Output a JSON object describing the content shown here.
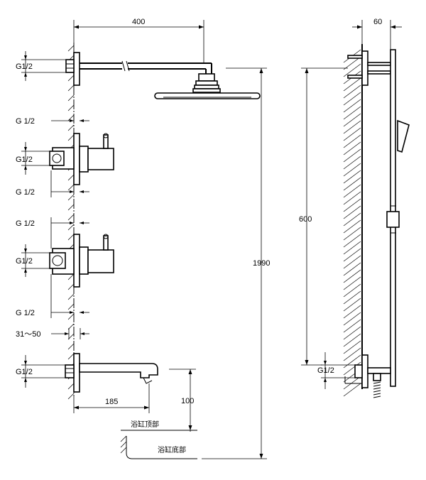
{
  "dimensions": {
    "arm_length": "400",
    "bracket_depth": "60",
    "total_height": "1990",
    "rail_height": "600",
    "spout_length": "185",
    "spout_height": "100",
    "wall_offset": "31～50"
  },
  "threads": {
    "top_inlet": "G1/2",
    "upper_valve_top": "G 1/2",
    "upper_valve_side": "G1/2",
    "upper_valve_bottom": "G 1/2",
    "lower_valve_top": "G 1/2",
    "lower_valve_side": "G1/2",
    "lower_valve_bottom": "G 1/2",
    "spout_inlet": "G1/2",
    "side_view_inlet": "G1/2"
  },
  "labels": {
    "bathtub_top": "浴缸顶部",
    "bathtub_bottom": "浴缸底部"
  }
}
